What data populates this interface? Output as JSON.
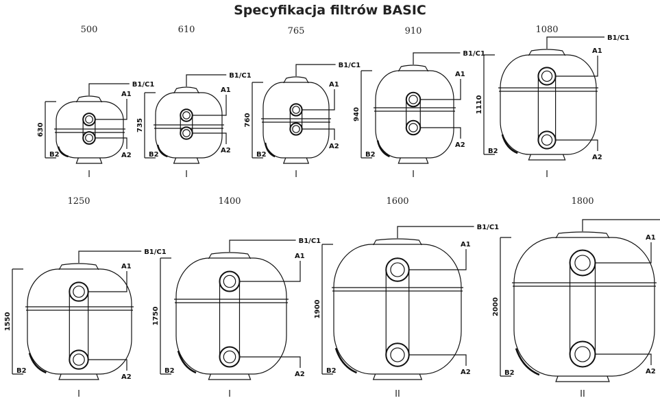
{
  "title": "Specyfikacja filtrów BASIC",
  "labels": {
    "b1c1": "B1/C1",
    "a1": "A1",
    "a2": "A2",
    "b2": "B2"
  },
  "filters": [
    {
      "diameter": "500",
      "height": "630",
      "type": "I"
    },
    {
      "diameter": "610",
      "height": "735",
      "type": "I"
    },
    {
      "diameter": "765",
      "height": "760",
      "type": "I"
    },
    {
      "diameter": "910",
      "height": "940",
      "type": "I"
    },
    {
      "diameter": "1080",
      "height": "1110",
      "type": "I"
    },
    {
      "diameter": "1250",
      "height": "1550",
      "type": "I"
    },
    {
      "diameter": "1400",
      "height": "1750",
      "type": "I"
    },
    {
      "diameter": "1600",
      "height": "1900",
      "type": "II"
    },
    {
      "diameter": "1800",
      "height": "2000",
      "type": "II"
    }
  ]
}
